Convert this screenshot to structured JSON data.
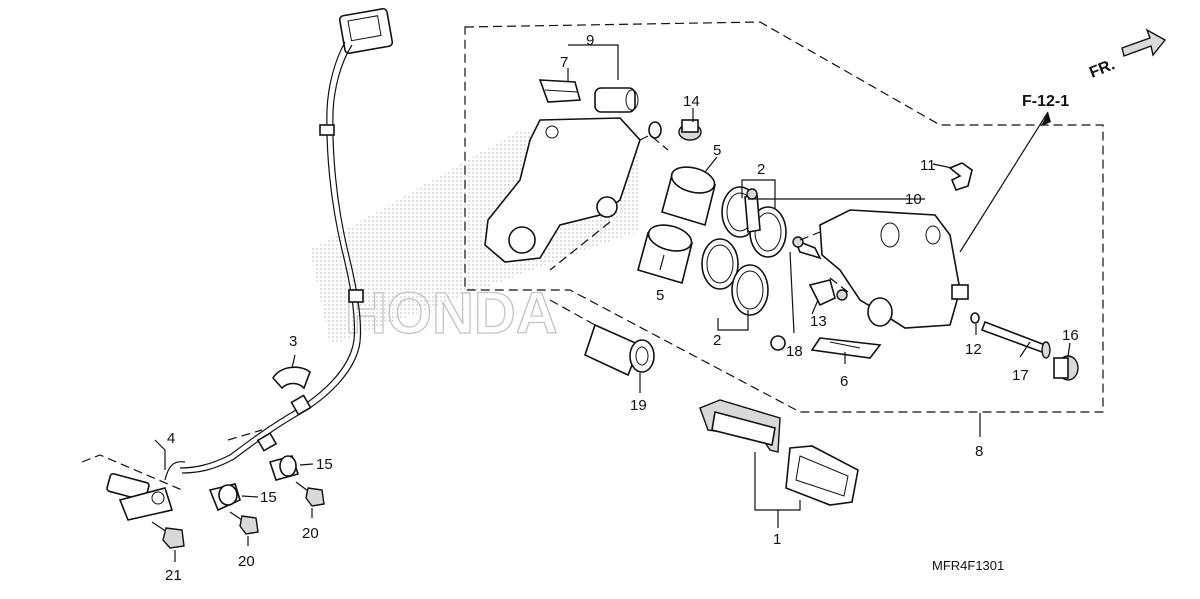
{
  "diagram": {
    "direction_label": "FR.",
    "reference_label": "F-12-1",
    "drawing_code": "MFR4F1301",
    "callouts": {
      "c1": "1",
      "c2a": "2",
      "c2b": "2",
      "c3": "3",
      "c4": "4",
      "c5a": "5",
      "c5b": "5",
      "c6": "6",
      "c7": "7",
      "c8": "8",
      "c9": "9",
      "c10": "10",
      "c11": "11",
      "c12": "12",
      "c13": "13",
      "c14": "14",
      "c15a": "15",
      "c15b": "15",
      "c16": "16",
      "c17": "17",
      "c18": "18",
      "c19": "19",
      "c20a": "20",
      "c20b": "20",
      "c21": "21"
    }
  },
  "colors": {
    "ink": "#111111",
    "background": "#ffffff",
    "watermark": "#b0b0b0"
  }
}
